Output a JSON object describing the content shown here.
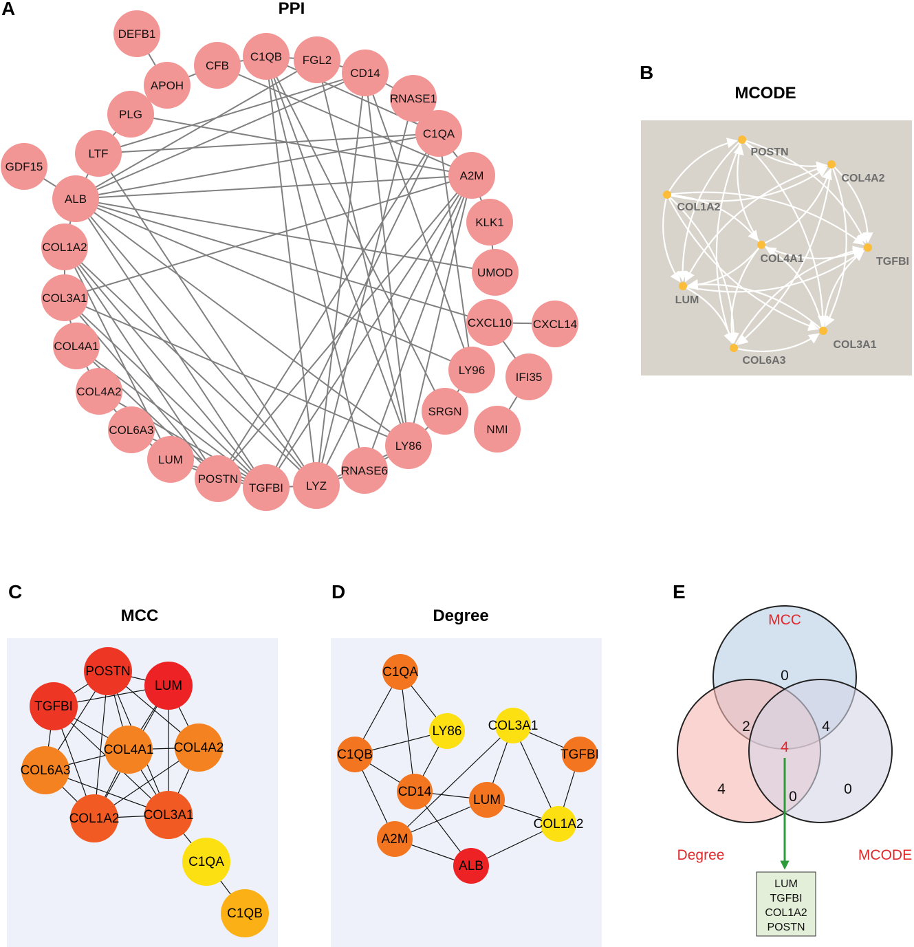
{
  "panels": {
    "A": {
      "letter": "A",
      "title": "PPI"
    },
    "B": {
      "letter": "B",
      "title": "MCODE"
    },
    "C": {
      "letter": "C",
      "title": "MCC"
    },
    "D": {
      "letter": "D",
      "title": "Degree"
    },
    "E": {
      "letter": "E"
    }
  },
  "colors": {
    "ppi_node": "#f29595",
    "ppi_edge": "#808080",
    "mcode_bg": "#d8d4cb",
    "mcode_node": "#fbbd3a",
    "mcode_label": "#6d6d6d",
    "cyto_bg": "#eef1f9",
    "rank_red": "#ed2224",
    "rank_red2": "#ee3624",
    "rank_orangered": "#f15a22",
    "rank_orange": "#f58220",
    "rank_orange2": "#f3751f",
    "rank_amber": "#fbb116",
    "rank_yellow": "#fde011",
    "venn_mcc": "#b8cfe6",
    "venn_degree": "#f7b8b3",
    "venn_mcode": "#d6d5e6",
    "venn_set_label": "#e0282a",
    "arrow": "#2e9b3a",
    "result_box": "#e3efd8"
  },
  "ppi": {
    "nodes": [
      {
        "id": "DEFB1",
        "label": "DEFB1"
      },
      {
        "id": "CFB",
        "label": "CFB"
      },
      {
        "id": "C1QB",
        "label": "C1QB"
      },
      {
        "id": "FGL2",
        "label": "FGL2"
      },
      {
        "id": "CD14",
        "label": "CD14"
      },
      {
        "id": "RNASE1",
        "label": "RNASE1"
      },
      {
        "id": "APOH",
        "label": "APOH"
      },
      {
        "id": "PLG",
        "label": "PLG"
      },
      {
        "id": "C1QA",
        "label": "C1QA"
      },
      {
        "id": "LTF",
        "label": "LTF"
      },
      {
        "id": "GDF15",
        "label": "GDF15"
      },
      {
        "id": "A2M",
        "label": "A2M"
      },
      {
        "id": "ALB",
        "label": "ALB"
      },
      {
        "id": "KLK1",
        "label": "KLK1"
      },
      {
        "id": "COL1A2",
        "label": "COL1A2"
      },
      {
        "id": "UMOD",
        "label": "UMOD"
      },
      {
        "id": "COL3A1",
        "label": "COL3A1"
      },
      {
        "id": "CXCL10",
        "label": "CXCL10"
      },
      {
        "id": "CXCL14",
        "label": "CXCL14"
      },
      {
        "id": "COL4A1",
        "label": "COL4A1"
      },
      {
        "id": "LY96",
        "label": "LY96"
      },
      {
        "id": "IFI35",
        "label": "IFI35"
      },
      {
        "id": "COL4A2",
        "label": "COL4A2"
      },
      {
        "id": "SRGN",
        "label": "SRGN"
      },
      {
        "id": "NMI",
        "label": "NMI"
      },
      {
        "id": "COL6A3",
        "label": "COL6A3"
      },
      {
        "id": "LY86",
        "label": "LY86"
      },
      {
        "id": "LUM",
        "label": "LUM"
      },
      {
        "id": "RNASE6",
        "label": "RNASE6"
      },
      {
        "id": "POSTN",
        "label": "POSTN"
      },
      {
        "id": "TGFBI",
        "label": "TGFBI"
      },
      {
        "id": "LYZ",
        "label": "LYZ"
      }
    ],
    "edges": [
      [
        "DEFB1",
        "APOH"
      ],
      [
        "APOH",
        "CFB"
      ],
      [
        "APOH",
        "PLG"
      ],
      [
        "PLG",
        "LTF"
      ],
      [
        "LTF",
        "ALB"
      ],
      [
        "GDF15",
        "ALB"
      ],
      [
        "CFB",
        "C1QB"
      ],
      [
        "C1QB",
        "FGL2"
      ],
      [
        "FGL2",
        "CD14"
      ],
      [
        "CD14",
        "RNASE1"
      ],
      [
        "RNASE1",
        "C1QA"
      ],
      [
        "C1QA",
        "A2M"
      ],
      [
        "A2M",
        "KLK1"
      ],
      [
        "KLK1",
        "UMOD"
      ],
      [
        "CXCL10",
        "CXCL14"
      ],
      [
        "CXCL10",
        "IFI35"
      ],
      [
        "IFI35",
        "NMI"
      ],
      [
        "LY96",
        "SRGN"
      ],
      [
        "SRGN",
        "LY86"
      ],
      [
        "LY86",
        "RNASE6"
      ],
      [
        "RNASE6",
        "LYZ"
      ],
      [
        "LYZ",
        "TGFBI"
      ],
      [
        "TGFBI",
        "POSTN"
      ],
      [
        "POSTN",
        "LUM"
      ],
      [
        "LUM",
        "COL6A3"
      ],
      [
        "COL6A3",
        "COL4A2"
      ],
      [
        "COL4A2",
        "COL4A1"
      ],
      [
        "COL4A1",
        "COL3A1"
      ],
      [
        "COL3A1",
        "COL1A2"
      ],
      [
        "COL1A2",
        "ALB"
      ],
      [
        "C1QB",
        "C1QA"
      ],
      [
        "CFB",
        "A2M"
      ],
      [
        "PLG",
        "A2M"
      ],
      [
        "LTF",
        "CD14"
      ],
      [
        "LTF",
        "C1QA"
      ],
      [
        "LTF",
        "LYZ"
      ],
      [
        "ALB",
        "A2M"
      ],
      [
        "ALB",
        "C1QA"
      ],
      [
        "ALB",
        "UMOD"
      ],
      [
        "ALB",
        "CXCL10"
      ],
      [
        "ALB",
        "LY96"
      ],
      [
        "ALB",
        "TGFBI"
      ],
      [
        "ALB",
        "FGL2"
      ],
      [
        "ALB",
        "CD14"
      ],
      [
        "ALB",
        "LYZ"
      ],
      [
        "COL3A1",
        "A2M"
      ],
      [
        "COL3A1",
        "POSTN"
      ],
      [
        "COL3A1",
        "TGFBI"
      ],
      [
        "COL1A2",
        "POSTN"
      ],
      [
        "COL1A2",
        "TGFBI"
      ],
      [
        "COL1A2",
        "LUM"
      ],
      [
        "COL4A1",
        "TGFBI"
      ],
      [
        "COL4A1",
        "POSTN"
      ],
      [
        "COL4A2",
        "TGFBI"
      ],
      [
        "COL6A3",
        "TGFBI"
      ],
      [
        "LUM",
        "TGFBI"
      ],
      [
        "POSTN",
        "A2M"
      ],
      [
        "POSTN",
        "C1QA"
      ],
      [
        "TGFBI",
        "A2M"
      ],
      [
        "TGFBI",
        "C1QA"
      ],
      [
        "LYZ",
        "CD14"
      ],
      [
        "LYZ",
        "C1QB"
      ],
      [
        "LYZ",
        "A2M"
      ],
      [
        "LYZ",
        "LY86"
      ],
      [
        "LY86",
        "C1QB"
      ],
      [
        "LY86",
        "FGL2"
      ],
      [
        "LY86",
        "CD14"
      ],
      [
        "LY86",
        "A2M"
      ],
      [
        "RNASE6",
        "C1QB"
      ],
      [
        "RNASE6",
        "A2M"
      ],
      [
        "LY96",
        "CD14"
      ],
      [
        "LY96",
        "C1QA"
      ],
      [
        "SRGN",
        "C1QB"
      ],
      [
        "LYZ",
        "RNASE1"
      ],
      [
        "LYZ",
        "COL1A2"
      ],
      [
        "LY86",
        "COL3A1"
      ],
      [
        "LY86",
        "ALB"
      ]
    ]
  },
  "mcode": {
    "nodes": [
      {
        "id": "POSTN",
        "label": "POSTN"
      },
      {
        "id": "COL4A2",
        "label": "COL4A2"
      },
      {
        "id": "COL1A2",
        "label": "COL1A2"
      },
      {
        "id": "TGFBI",
        "label": "TGFBI"
      },
      {
        "id": "COL4A1",
        "label": "COL4A1"
      },
      {
        "id": "LUM",
        "label": "LUM"
      },
      {
        "id": "COL3A1",
        "label": "COL3A1"
      },
      {
        "id": "COL6A3",
        "label": "COL6A3"
      }
    ],
    "edges": [
      [
        "COL1A2",
        "POSTN"
      ],
      [
        "POSTN",
        "COL4A2"
      ],
      [
        "COL4A2",
        "TGFBI"
      ],
      [
        "COL1A2",
        "COL4A2"
      ],
      [
        "COL1A2",
        "TGFBI"
      ],
      [
        "COL1A2",
        "LUM"
      ],
      [
        "LUM",
        "COL6A3"
      ],
      [
        "COL6A3",
        "COL3A1"
      ],
      [
        "COL3A1",
        "TGFBI"
      ],
      [
        "COL4A1",
        "TGFBI"
      ],
      [
        "COL4A1",
        "LUM"
      ],
      [
        "COL4A1",
        "COL6A3"
      ],
      [
        "COL4A1",
        "POSTN"
      ],
      [
        "COL4A1",
        "COL4A2"
      ],
      [
        "POSTN",
        "TGFBI"
      ],
      [
        "POSTN",
        "LUM"
      ],
      [
        "POSTN",
        "COL3A1"
      ],
      [
        "POSTN",
        "COL6A3"
      ],
      [
        "COL4A2",
        "COL6A3"
      ],
      [
        "COL4A2",
        "LUM"
      ],
      [
        "COL4A2",
        "COL3A1"
      ],
      [
        "COL1A2",
        "COL3A1"
      ],
      [
        "COL1A2",
        "COL6A3"
      ],
      [
        "LUM",
        "TGFBI"
      ],
      [
        "COL6A3",
        "TGFBI"
      ],
      [
        "COL3A1",
        "LUM"
      ],
      [
        "COL1A2",
        "COL4A1"
      ],
      [
        "COL3A1",
        "COL4A1"
      ]
    ]
  },
  "mcc": {
    "nodes": [
      {
        "id": "POSTN",
        "label": "POSTN",
        "color": "#ee3624"
      },
      {
        "id": "LUM",
        "label": "LUM",
        "color": "#ed2224"
      },
      {
        "id": "TGFBI",
        "label": "TGFBI",
        "color": "#ee3624"
      },
      {
        "id": "COL4A1",
        "label": "COL4A1",
        "color": "#f58220"
      },
      {
        "id": "COL4A2",
        "label": "COL4A2",
        "color": "#f58220"
      },
      {
        "id": "COL6A3",
        "label": "COL6A3",
        "color": "#f58220"
      },
      {
        "id": "COL1A2",
        "label": "COL1A2",
        "color": "#f15a22"
      },
      {
        "id": "COL3A1",
        "label": "COL3A1",
        "color": "#f15a22"
      },
      {
        "id": "C1QA",
        "label": "C1QA",
        "color": "#fde011"
      },
      {
        "id": "C1QB",
        "label": "C1QB",
        "color": "#fbb116"
      }
    ],
    "edges": [
      [
        "POSTN",
        "LUM"
      ],
      [
        "POSTN",
        "TGFBI"
      ],
      [
        "POSTN",
        "COL4A1"
      ],
      [
        "POSTN",
        "COL4A2"
      ],
      [
        "POSTN",
        "COL6A3"
      ],
      [
        "POSTN",
        "COL1A2"
      ],
      [
        "POSTN",
        "COL3A1"
      ],
      [
        "LUM",
        "TGFBI"
      ],
      [
        "LUM",
        "COL4A1"
      ],
      [
        "LUM",
        "COL4A2"
      ],
      [
        "LUM",
        "COL1A2"
      ],
      [
        "LUM",
        "COL3A1"
      ],
      [
        "TGFBI",
        "COL4A1"
      ],
      [
        "TGFBI",
        "COL6A3"
      ],
      [
        "TGFBI",
        "COL1A2"
      ],
      [
        "TGFBI",
        "COL3A1"
      ],
      [
        "COL4A1",
        "COL4A2"
      ],
      [
        "COL4A1",
        "COL6A3"
      ],
      [
        "COL4A1",
        "COL1A2"
      ],
      [
        "COL4A1",
        "COL3A1"
      ],
      [
        "COL4A2",
        "COL3A1"
      ],
      [
        "COL4A2",
        "COL1A2"
      ],
      [
        "COL6A3",
        "COL1A2"
      ],
      [
        "COL6A3",
        "COL3A1"
      ],
      [
        "COL1A2",
        "COL3A1"
      ],
      [
        "COL3A1",
        "C1QA"
      ],
      [
        "C1QA",
        "C1QB"
      ]
    ]
  },
  "degree": {
    "nodes": [
      {
        "id": "C1QA",
        "label": "C1QA",
        "color": "#f3751f"
      },
      {
        "id": "LY86",
        "label": "LY86",
        "color": "#fde011"
      },
      {
        "id": "COL3A1",
        "label": "COL3A1",
        "color": "#fde011"
      },
      {
        "id": "C1QB",
        "label": "C1QB",
        "color": "#f3751f"
      },
      {
        "id": "TGFBI",
        "label": "TGFBI",
        "color": "#f3751f"
      },
      {
        "id": "CD14",
        "label": "CD14",
        "color": "#f3751f"
      },
      {
        "id": "LUM",
        "label": "LUM",
        "color": "#f3751f"
      },
      {
        "id": "COL1A2",
        "label": "COL1A2",
        "color": "#fde011"
      },
      {
        "id": "A2M",
        "label": "A2M",
        "color": "#f3751f"
      },
      {
        "id": "ALB",
        "label": "ALB",
        "color": "#ed2224"
      }
    ],
    "edges": [
      [
        "C1QA",
        "C1QB"
      ],
      [
        "C1QA",
        "LY86"
      ],
      [
        "C1QA",
        "CD14"
      ],
      [
        "C1QB",
        "LY86"
      ],
      [
        "C1QB",
        "CD14"
      ],
      [
        "C1QB",
        "A2M"
      ],
      [
        "LY86",
        "CD14"
      ],
      [
        "CD14",
        "LUM"
      ],
      [
        "CD14",
        "ALB"
      ],
      [
        "COL3A1",
        "TGFBI"
      ],
      [
        "COL3A1",
        "LUM"
      ],
      [
        "COL3A1",
        "COL1A2"
      ],
      [
        "COL3A1",
        "A2M"
      ],
      [
        "TGFBI",
        "COL1A2"
      ],
      [
        "LUM",
        "COL1A2"
      ],
      [
        "LUM",
        "A2M"
      ],
      [
        "A2M",
        "ALB"
      ],
      [
        "ALB",
        "COL1A2"
      ]
    ]
  },
  "venn": {
    "sets": {
      "mcc": "MCC",
      "degree": "Degree",
      "mcode": "MCODE"
    },
    "counts": {
      "mcc_only": "0",
      "mcc_degree": "2",
      "mcc_mcode": "4",
      "all_three": "4",
      "degree_only": "4",
      "degree_mcode": "0",
      "mcode_only": "0"
    },
    "result_genes": [
      "LUM",
      "TGFBI",
      "COL1A2",
      "POSTN"
    ]
  }
}
